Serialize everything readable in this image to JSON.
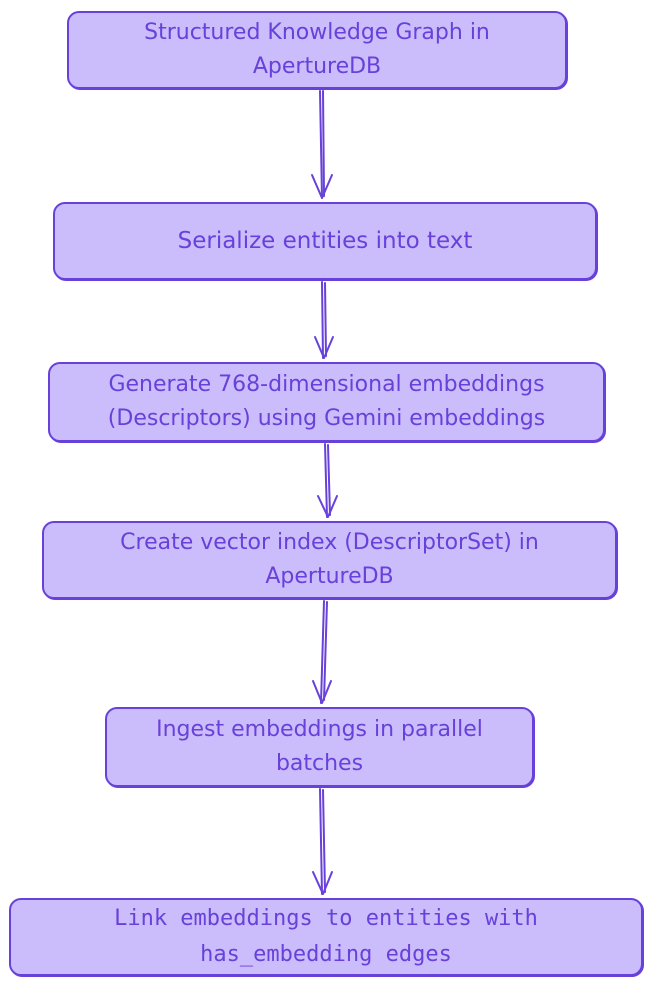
{
  "diagram": {
    "type": "flowchart",
    "direction": "top-to-bottom",
    "colors": {
      "node_fill": "#cbbcfb",
      "node_stroke": "#6741d9",
      "text": "#6741d9",
      "edge": "#6741d9",
      "background": "#ffffff"
    },
    "nodes": [
      {
        "id": "n1",
        "label": "Structured Knowledge Graph in ApertureDB"
      },
      {
        "id": "n2",
        "label": "Serialize entities into text"
      },
      {
        "id": "n3",
        "label": "Generate 768-dimensional embeddings (Descriptors) using Gemini embeddings"
      },
      {
        "id": "n4",
        "label": "Create vector index (DescriptorSet) in ApertureDB"
      },
      {
        "id": "n5",
        "label": "Ingest embeddings in parallel batches"
      },
      {
        "id": "n6",
        "label": "Link embeddings to entities with has_embedding edges"
      }
    ],
    "edges": [
      {
        "from": "n1",
        "to": "n2"
      },
      {
        "from": "n2",
        "to": "n3"
      },
      {
        "from": "n3",
        "to": "n4"
      },
      {
        "from": "n4",
        "to": "n5"
      },
      {
        "from": "n5",
        "to": "n6"
      }
    ]
  },
  "labels": {
    "n1_line1": "Structured Knowledge Graph in",
    "n1_line2": "ApertureDB",
    "n2_line1": "Serialize entities into text",
    "n3_line1": "Generate 768-dimensional embeddings",
    "n3_line2": "(Descriptors) using Gemini embeddings",
    "n4_line1": "Create vector index (DescriptorSet) in",
    "n4_line2": "ApertureDB",
    "n5_line1": "Ingest embeddings in parallel",
    "n5_line2": "batches",
    "n6_line1": "Link embeddings to entities with",
    "n6_line2": "has_embedding edges"
  }
}
